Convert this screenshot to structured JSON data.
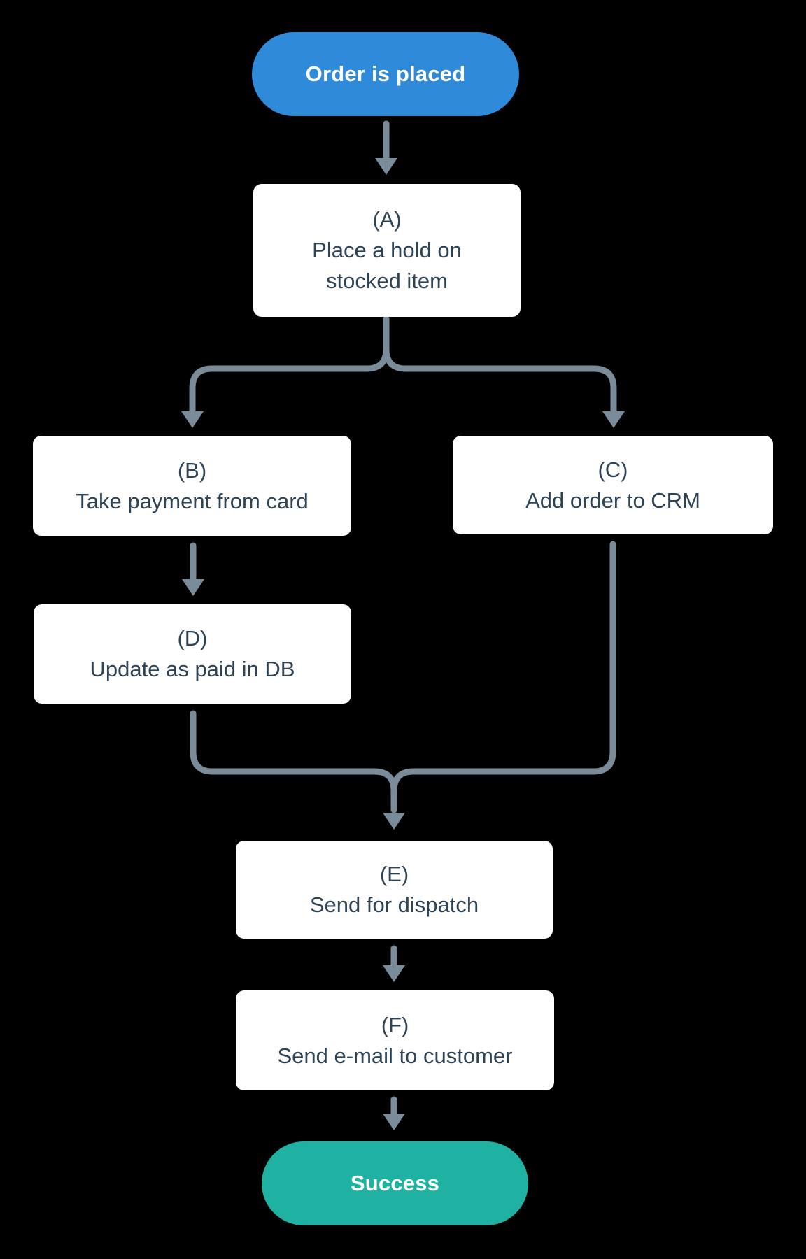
{
  "colors": {
    "background": "#000000",
    "startFill": "#2f8ad9",
    "endFill": "#1fb1a1",
    "nodeFill": "#ffffff",
    "nodeText": "#2e4456",
    "pillText": "#ffffff",
    "connector": "#7a8b99"
  },
  "flowchart": {
    "start": {
      "label": "Order is placed"
    },
    "steps": [
      {
        "tag": "(A)",
        "lines": [
          "Place a hold on",
          "stocked item"
        ]
      },
      {
        "tag": "(B)",
        "lines": [
          "Take payment from card"
        ]
      },
      {
        "tag": "(C)",
        "lines": [
          "Add order to CRM"
        ]
      },
      {
        "tag": "(D)",
        "lines": [
          "Update as paid in DB"
        ]
      },
      {
        "tag": "(E)",
        "lines": [
          "Send for dispatch"
        ]
      },
      {
        "tag": "(F)",
        "lines": [
          "Send e-mail to customer"
        ]
      }
    ],
    "end": {
      "label": "Success"
    },
    "edges": [
      {
        "from": "Order is placed",
        "to": "(A)"
      },
      {
        "from": "(A)",
        "to": "(B)"
      },
      {
        "from": "(A)",
        "to": "(C)"
      },
      {
        "from": "(B)",
        "to": "(D)"
      },
      {
        "from": "(D)",
        "to": "(E)"
      },
      {
        "from": "(C)",
        "to": "(E)"
      },
      {
        "from": "(E)",
        "to": "(F)"
      },
      {
        "from": "(F)",
        "to": "Success"
      }
    ]
  }
}
